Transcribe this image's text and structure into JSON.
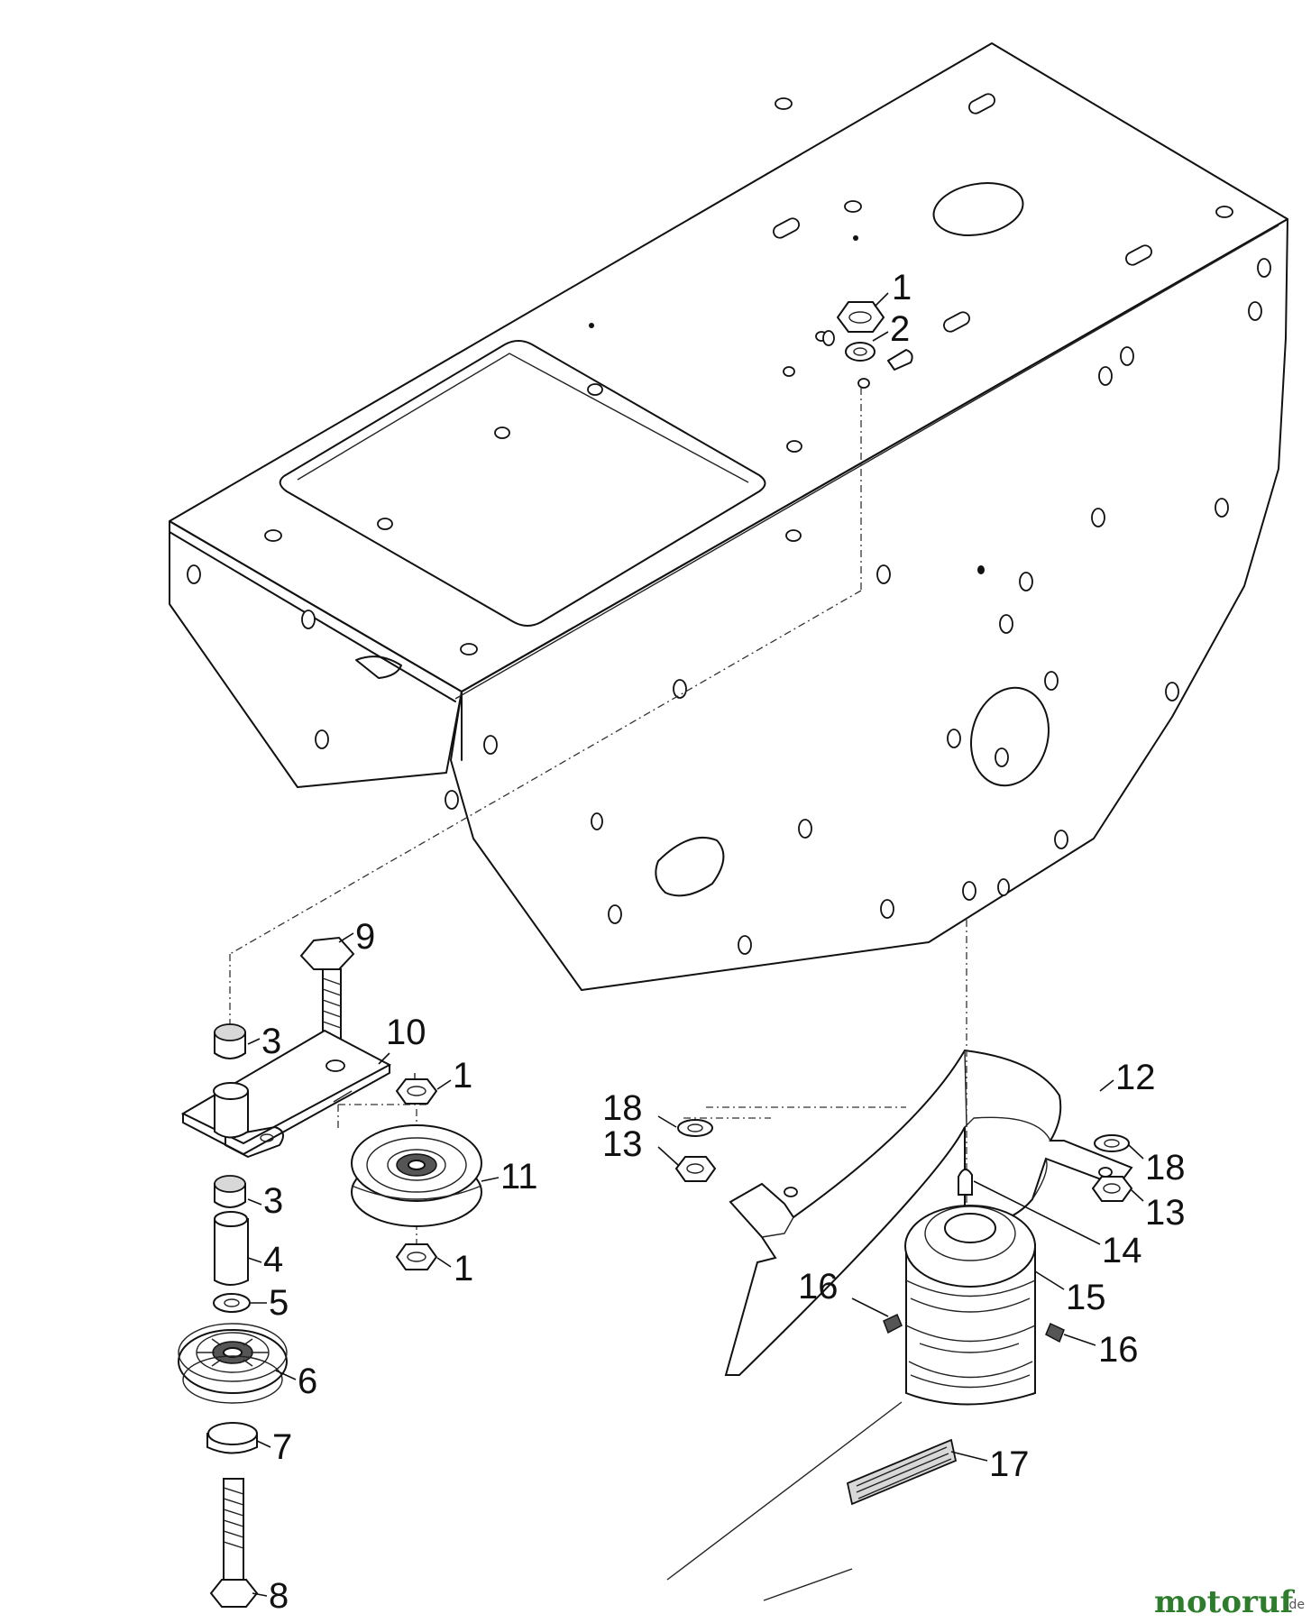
{
  "callouts": {
    "c1a": "1",
    "c2": "2",
    "c9": "9",
    "c3a": "3",
    "c10": "10",
    "c1b": "1",
    "c11": "11",
    "c3b": "3",
    "c4": "4",
    "c5": "5",
    "c1c": "1",
    "c6": "6",
    "c7": "7",
    "c8": "8",
    "c12": "12",
    "c18a": "18",
    "c13a": "13",
    "c18b": "18",
    "c13b": "13",
    "c14": "14",
    "c15": "15",
    "c16a": "16",
    "c16b": "16",
    "c17": "17"
  },
  "watermark": {
    "brand": "motoruf",
    "tld": ".de"
  }
}
